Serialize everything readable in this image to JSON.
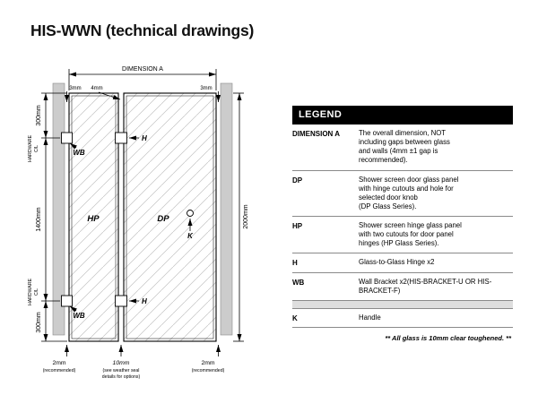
{
  "title": "HIS-WWN (technical drawings)",
  "drawing": {
    "dimension_a": "DIMENSION A",
    "gap_left": "3mm",
    "gap_middle": "4mm",
    "gap_right": "3mm",
    "dim_top": "300mm",
    "dim_middle": "1400mm",
    "dim_bottom": "300mm",
    "cl_line1": "C/L",
    "cl_line2": "HARDWARE",
    "overall_height": "2000mm",
    "label_hp": "HP",
    "label_dp": "DP",
    "label_h": "H",
    "label_wb": "WB",
    "label_k": "K",
    "bottom_left_value": "2mm",
    "bottom_left_note": "(recommended)",
    "bottom_center_value": "10mm",
    "bottom_center_note1": "(see weather seal",
    "bottom_center_note2": "details for options)",
    "bottom_right_value": "2mm",
    "bottom_right_note": "(recommended)"
  },
  "legend": {
    "title": "LEGEND",
    "rows": [
      {
        "key": "DIMENSION A",
        "desc": "The overall dimension, NOT\nincluding gaps between glass\nand walls (4mm ±1 gap is\nrecommended)."
      },
      {
        "key": "DP",
        "desc": "Shower screen door glass panel\nwith hinge cutouts and hole for\nselected door knob\n(DP Glass Series)."
      },
      {
        "key": "HP",
        "desc": "Shower screen hinge glass panel\nwith two cutouts for door panel\nhinges (HP Glass Series)."
      },
      {
        "key": "H",
        "desc": "Glass-to-Glass Hinge x2"
      },
      {
        "key": "WB",
        "desc": "Wall Bracket x2(HIS-BRACKET-U OR HIS-BRACKET-F)"
      },
      {
        "key": "K",
        "desc": "Handle"
      }
    ],
    "footnote": "** All glass is 10mm clear toughened. **"
  },
  "colors": {
    "wall_fill": "#cccccc",
    "line": "#000000",
    "hatch": "#c4c4c4",
    "legend_header_bg": "#000000",
    "legend_header_text": "#ffffff"
  }
}
